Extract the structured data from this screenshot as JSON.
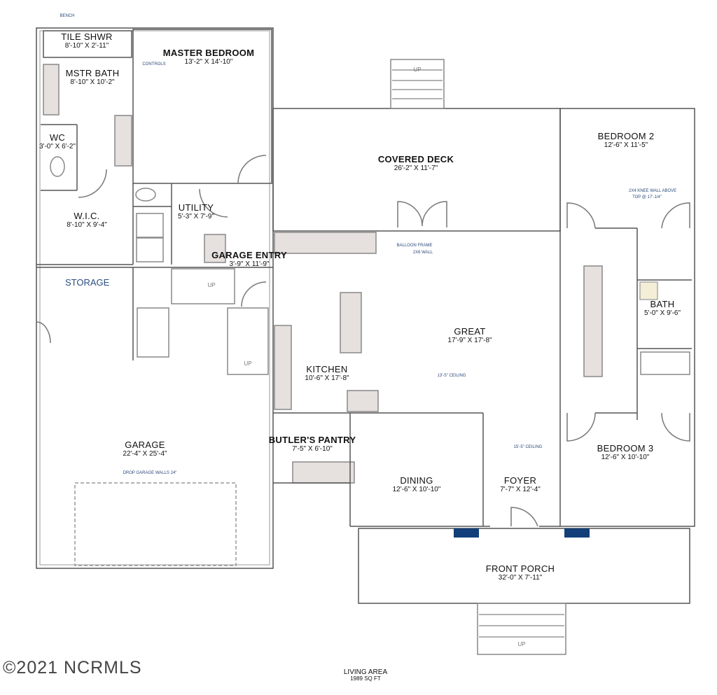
{
  "rooms": {
    "tile_shower": {
      "name": "TILE SHWR",
      "dims": "8'-10\" X 2'-11\""
    },
    "master_bedroom": {
      "name": "MASTER BEDROOM",
      "dims": "13'-2\" X 14'-10\""
    },
    "master_bath": {
      "name": "MSTR BATH",
      "dims": "8'-10\" X 10'-2\""
    },
    "wc": {
      "name": "WC",
      "dims": "3'-0\" X 6'-2\""
    },
    "wic": {
      "name": "W.I.C.",
      "dims": "8'-10\" X 9'-4\""
    },
    "utility": {
      "name": "UTILITY",
      "dims": "5'-3\" X 7'-9\""
    },
    "garage_entry": {
      "name": "GARAGE ENTRY",
      "dims": "3'-9\" X 11'-9\""
    },
    "covered_deck": {
      "name": "COVERED DECK",
      "dims": "26'-2\" X 11'-7\""
    },
    "bedroom2": {
      "name": "BEDROOM 2",
      "dims": "12'-6\" X 11'-5\""
    },
    "bath": {
      "name": "BATH",
      "dims": "5'-0\" X 9'-6\""
    },
    "great": {
      "name": "GREAT",
      "dims": "17'-9\" X 17'-8\""
    },
    "kitchen": {
      "name": "KITCHEN",
      "dims": "10'-6\" X 17'-8\""
    },
    "butlers_pantry": {
      "name": "BUTLER'S PANTRY",
      "dims": "7'-5\" X 6'-10\""
    },
    "garage": {
      "name": "GARAGE",
      "dims": "22'-4\" X 25'-4\""
    },
    "dining": {
      "name": "DINING",
      "dims": "12'-6\" X 10'-10\""
    },
    "foyer": {
      "name": "FOYER",
      "dims": "7'-7\" X 12'-4\""
    },
    "bedroom3": {
      "name": "BEDROOM 3",
      "dims": "12'-6\" X 10'-10\""
    },
    "front_porch": {
      "name": "FRONT PORCH",
      "dims": "32'-0\" X 7'-11\""
    }
  },
  "storage": "STORAGE",
  "notes": {
    "bench": "BENCH",
    "controls": "CONTROLS",
    "knee_wall_1": "2X4 KNEE WALL ABOVE",
    "knee_wall_2": "TOP @ 17'-1/4\"",
    "balloon_1": "BALLOON FRAME",
    "balloon_2": "2X6 WALL",
    "ceiling_great": "13'-5\" CEILING",
    "ceiling_foyer": "15'-5\" CEILING",
    "drop_garage": "DROP GARAGE WALLS 24\""
  },
  "stairs": {
    "up": "UP"
  },
  "living_area": {
    "label": "LIVING AREA",
    "sqft": "1989 SQ FT"
  },
  "watermark": "©2021 NCRMLS",
  "colors": {
    "wall": "#555555",
    "counter": "#e6e0de",
    "window_accent": "#123f7a",
    "note": "#2b4a7a"
  }
}
